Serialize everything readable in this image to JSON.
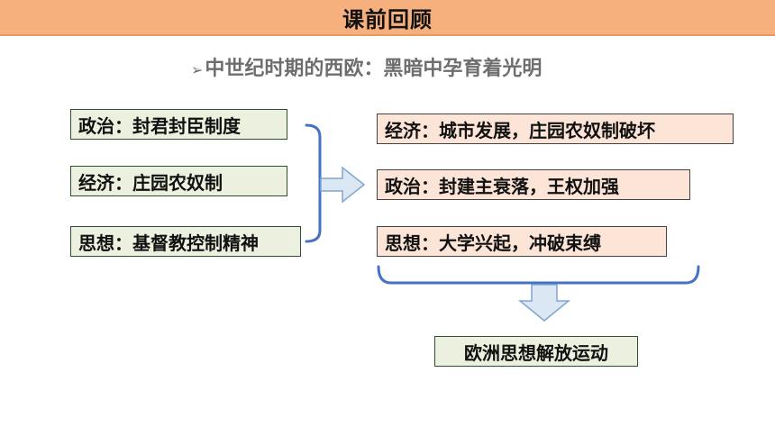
{
  "header": {
    "title": "课前回顾"
  },
  "subtitle": {
    "marker": "➢",
    "text": "中世纪时期的西欧：黑暗中孕育着光明"
  },
  "left_items": [
    {
      "label": "政治：封君封臣制度"
    },
    {
      "label": "经济：庄园农奴制"
    },
    {
      "label": "思想：基督教控制精神"
    }
  ],
  "right_items": [
    {
      "label": "经济：城市发展，庄园农奴制破坏"
    },
    {
      "label": "政治：封建主衰落，王权加强"
    },
    {
      "label": "思想：大学兴起，冲破束缚"
    }
  ],
  "result": {
    "label": "欧洲思想解放运动"
  },
  "colors": {
    "header_bg": "#f6b07e",
    "green_box": "#ebf1de",
    "pink_box": "#fce4d6",
    "bracket": "#4472c4",
    "arrow_fill": "#dbe7f3"
  }
}
